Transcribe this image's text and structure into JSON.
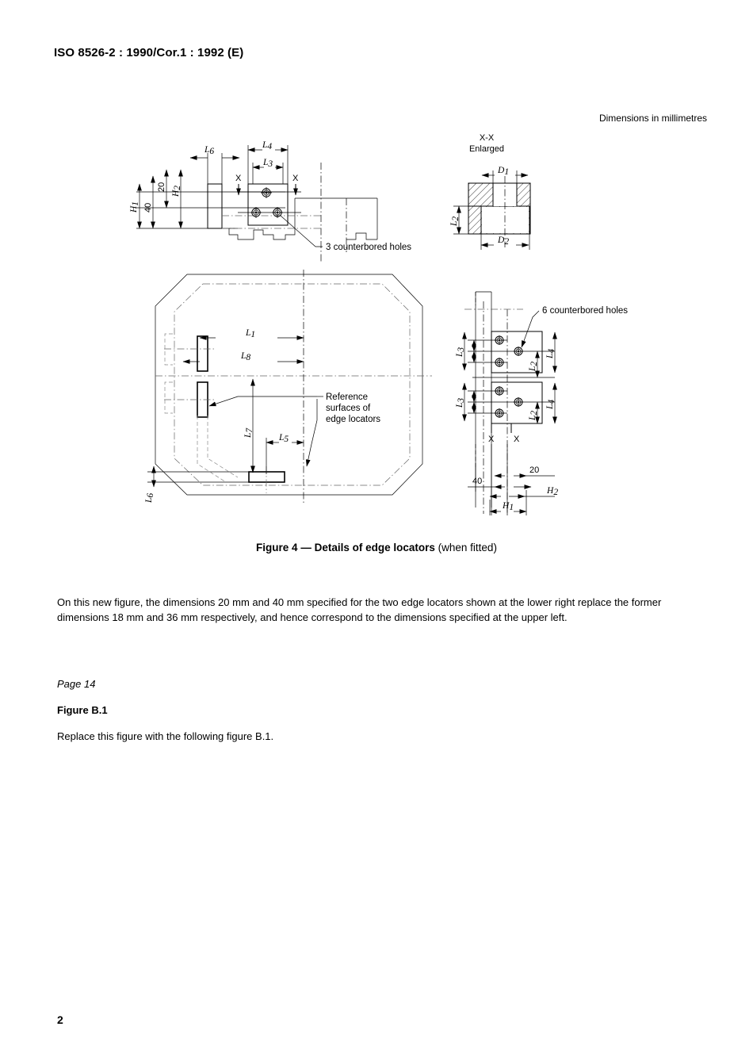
{
  "document": {
    "header": "ISO 8526-2 : 1990/Cor.1 : 1992 (E)",
    "page_number": "2"
  },
  "figure": {
    "dimensions_note": "Dimensions in millimetres",
    "caption_label": "Figure 4",
    "caption_dash": "—",
    "caption_title": "Details of edge locators",
    "caption_suffix": "(when fitted)",
    "annotations": {
      "three_holes": "3 counterbored holes",
      "six_holes": "6 counterbored holes",
      "reference_line1": "Reference",
      "reference_line2": "surfaces of",
      "reference_line3": "edge locators",
      "section_title": "X-X",
      "section_subtitle": "Enlarged",
      "section_mark": "X"
    },
    "dimension_labels": {
      "L1": "L",
      "L1s": "1",
      "L2": "L",
      "L2s": "2",
      "L3": "L",
      "L3s": "3",
      "L4": "L",
      "L4s": "4",
      "L5": "L",
      "L5s": "5",
      "L6": "L",
      "L6s": "6",
      "L7": "L",
      "L7s": "7",
      "L8": "L",
      "L8s": "8",
      "H1": "H",
      "H1s": "1",
      "H2": "H",
      "H2s": "2",
      "D1": "D",
      "D1s": "1",
      "D2": "D",
      "D2s": "2",
      "num20": "20",
      "num40": "40"
    }
  },
  "body": {
    "paragraph": "On this new figure, the dimensions 20 mm and 40 mm specified for the two edge locators shown at the lower right replace the former dimensions 18 mm and 36 mm respectively, and hence correspond to the dimensions specified at the upper left.",
    "page_ref": "Page 14",
    "sub_heading": "Figure B.1",
    "replace_note": "Replace this figure with the following figure B.1."
  }
}
